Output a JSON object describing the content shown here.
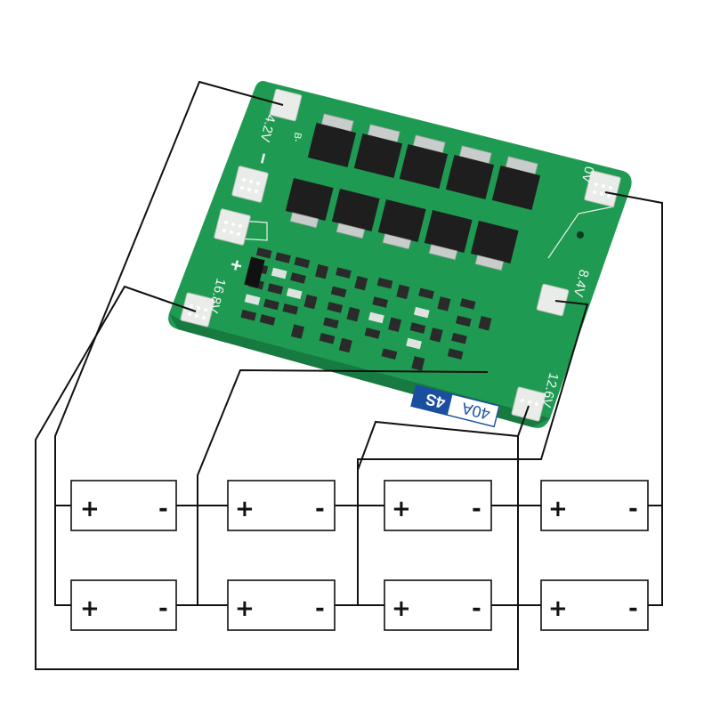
{
  "board": {
    "labels": {
      "v42": "4.2V",
      "v0": "0V",
      "v168": "16.8V",
      "v84": "8.4V",
      "v126": "12.6V",
      "model_4s": "4S",
      "model_40a": "40A",
      "b_minus": "B-",
      "minus_sign": "−",
      "plus_sign": "+"
    },
    "colors": {
      "board": "#1f9a52",
      "pad": "#e9ece8",
      "mosfet": "#1e1e1e"
    }
  },
  "cells": {
    "plus": "+",
    "minus": "-",
    "rows": [
      [
        "cell-1-top",
        "cell-2-top",
        "cell-3-top",
        "cell-4-top"
      ],
      [
        "cell-1-bottom",
        "cell-2-bottom",
        "cell-3-bottom",
        "cell-4-bottom"
      ]
    ]
  }
}
